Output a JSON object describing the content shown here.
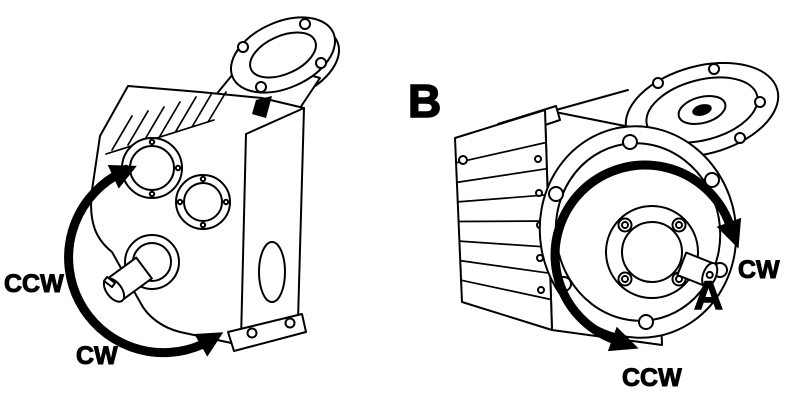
{
  "palette": {
    "ink": "#000000",
    "paper": "#ffffff"
  },
  "left_unit": {
    "ccw_label": "CCW",
    "cw_label": "CW"
  },
  "right_unit": {
    "side_b_label": "B",
    "side_a_label": "A",
    "cw_label": "CW",
    "ccw_label": "CCW"
  }
}
